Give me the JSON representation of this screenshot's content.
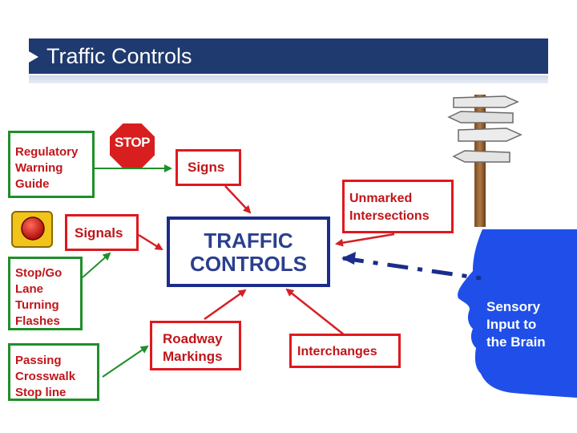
{
  "title": "Traffic Controls",
  "center": {
    "line1": "TRAFFIC",
    "line2": "CONTROLS"
  },
  "stop_sign": {
    "text": "STOP"
  },
  "boxes": {
    "regulatory": {
      "lines": [
        "Regulatory",
        "Warning",
        "Guide"
      ]
    },
    "signs": {
      "label": "Signs"
    },
    "signals": {
      "label": "Signals"
    },
    "signal_types": {
      "lines": [
        "Stop/Go",
        "Lane",
        "Turning",
        "Flashes"
      ]
    },
    "marking_types": {
      "lines": [
        "Passing",
        "Crosswalk",
        "Stop line"
      ]
    },
    "unmarked": {
      "lines": [
        "Unmarked",
        "Intersections"
      ]
    },
    "roadway": {
      "lines": [
        "Roadway",
        "Markings"
      ]
    },
    "interchanges": {
      "label": "Interchanges"
    }
  },
  "brain": {
    "lines": [
      "Sensory",
      "Input to",
      "the Brain"
    ]
  },
  "colors": {
    "title_bar": "#1f3a6e",
    "red": "#e0181e",
    "green": "#1f8f2a",
    "navy": "#1b2c8a",
    "head_blue": "#1f4fe8"
  }
}
